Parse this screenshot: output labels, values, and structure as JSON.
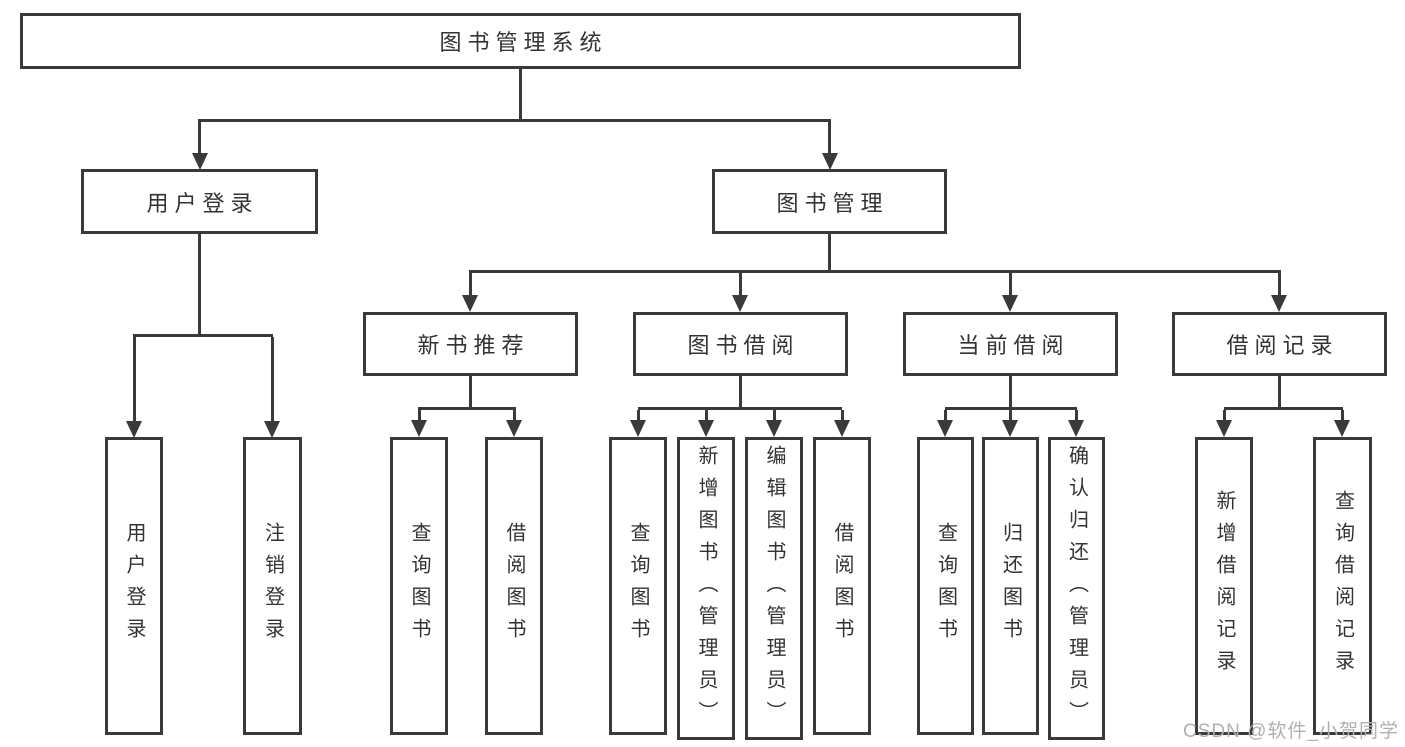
{
  "diagram": {
    "root": "图书管理系统",
    "user_login": {
      "label": "用户登录",
      "children": [
        "用户登录",
        "注销登录"
      ]
    },
    "book_mgmt": {
      "label": "图书管理",
      "groups": [
        {
          "label": "新书推荐",
          "children": [
            "查询图书",
            "借阅图书"
          ]
        },
        {
          "label": "图书借阅",
          "children": [
            "查询图书",
            "新增图书（管理员）",
            "编辑图书（管理员）",
            "借阅图书"
          ]
        },
        {
          "label": "当前借阅",
          "children": [
            "查询图书",
            "归还图书",
            "确认归还（管理员）"
          ]
        },
        {
          "label": "借阅记录",
          "children": [
            "新增借阅记录",
            "查询借阅记录"
          ]
        }
      ]
    },
    "watermark": "CSDN @软件_小贺同学",
    "colors": {
      "line": "#3a3a3a",
      "text": "#333333",
      "background": "#ffffff",
      "watermark": "#b0b0b0"
    }
  }
}
